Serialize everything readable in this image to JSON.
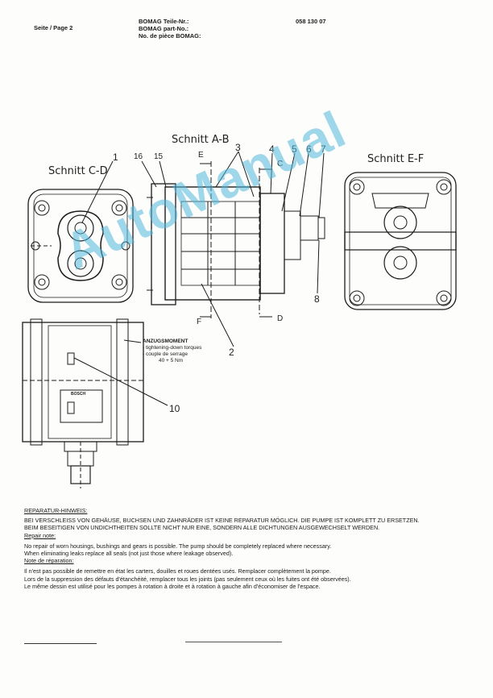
{
  "header": {
    "page": "Seite / Page 2",
    "part_label_1": "BOMAG Teile-Nr.:",
    "part_label_2": "BOMAG part-No.:",
    "part_label_3": "No. de pièce BOMAG:",
    "part_number": "058 130 07"
  },
  "drawing": {
    "section_ab": "Schnitt A-B",
    "section_cd": "Schnitt C-D",
    "section_ef": "Schnitt E-F",
    "callouts": [
      "1",
      "16",
      "15",
      "3",
      "4",
      "5",
      "6",
      "7",
      "8",
      "2",
      "10"
    ],
    "letters": {
      "e": "E",
      "c": "C",
      "f": "F",
      "d": "D"
    },
    "torque_title": "ANZUGSMOMENT",
    "torque_en": "- tightening-down torques",
    "torque_fr": "- couple de serrage",
    "torque_value": "40 + 5 Nm",
    "brand_plate": "BOSCH"
  },
  "notes": {
    "de_heading": "REPARATUR-HINWEIS:",
    "de_line1": "BEI VERSCHLEISS VON GEHÄUSE, BUCHSEN UND ZAHNRÄDER IST KEINE REPARATUR MÖGLICH. DIE PUMPE IST KOMPLETT ZU ERSETZEN.",
    "de_line2": "BEIM BESEITIGEN VON UNDICHTHEITEN SOLLTE NICHT NUR EINE, SONDERN ALLE DICHTUNGEN AUSGEWECHSELT WERDEN.",
    "en_heading": "Repair note:",
    "en_line1": "No repair of worn housings, bushings and gears is possible. The pump should be completely replaced where necessary.",
    "en_line2": "When eliminating leaks replace all seals (not just those where leakage observed).",
    "fr_heading": "Note de réparation:",
    "fr_line1": "Il n'est pas possible de remettre en état les carters, douilles et roues dentées usés. Remplacer complètement la pompe.",
    "fr_line2": "Lors de la suppression des défauts d'étanchéité, remplacer tous les joints (pas seulement ceux où les fuites ont été observées).",
    "fr_line3": "Le même dessin est utilisé pour les pompes à rotation à droite et à rotation à gauche afin d'économiser de l'espace."
  },
  "watermark": "AutoManual"
}
